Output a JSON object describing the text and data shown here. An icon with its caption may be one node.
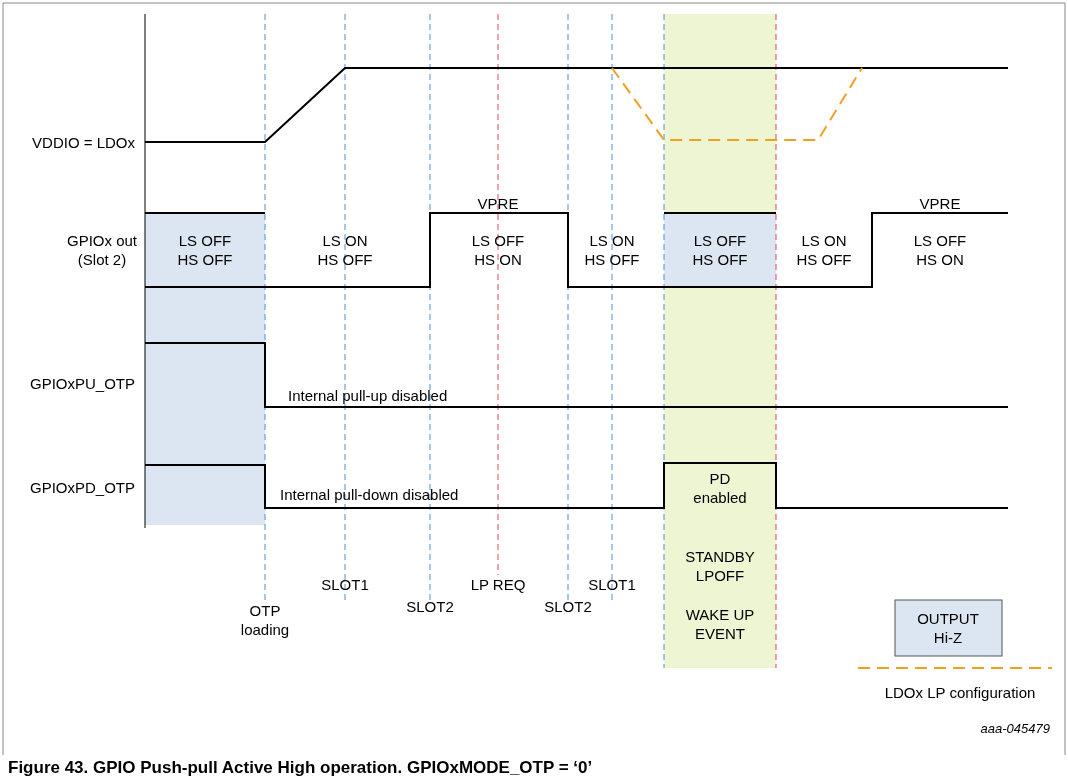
{
  "diagram": {
    "caption": "Figure 43. GPIO Push-pull Active High operation. GPIOxMODE_OTP = ‘0’",
    "labels": [
      "VDDIO = LDOx",
      "VPRE",
      "VPRE",
      "GPIOx out (Slot 2)",
      "LS OFF HS OFF",
      "LS ON HS OFF",
      "LS OFF HS ON",
      "LS ON HS OFF",
      "LS OFF HS OFF",
      "LS ON HS OFF",
      "LS OFF HS ON",
      "GPIOxPU_OTP",
      "Internal pull-up disabled",
      "GPIOxPD_OTP",
      "Internal pull-down disabled",
      "PD enabled",
      "STANDBY LPOFF",
      "SLOT1",
      "LP REQ",
      "SLOT1",
      "OTP loading",
      "SLOT2",
      "SLOT2",
      "WAKE UP EVENT",
      "aaa-045479"
    ],
    "legend": [
      {
        "text": "OUTPUT Hi-Z",
        "color": "#dce6f2"
      },
      {
        "text": "LDOx LP configuration"
      }
    ]
  }
}
